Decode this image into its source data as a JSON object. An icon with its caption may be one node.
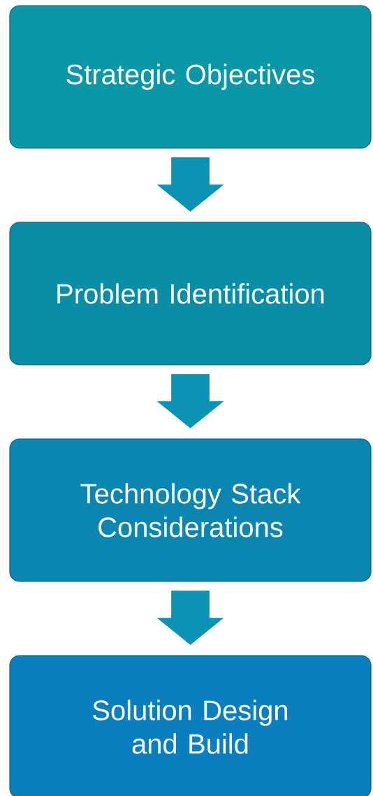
{
  "diagram": {
    "nodes": [
      {
        "text": [
          "Strategic Objectives"
        ]
      },
      {
        "text": [
          "Problem Identification"
        ]
      },
      {
        "text": [
          "Technology Stack Considerations"
        ]
      },
      {
        "text": [
          "Solution Design and Build"
        ]
      }
    ],
    "edges": [
      {
        "from": 0,
        "to": 1,
        "arrow": "to"
      },
      {
        "from": 1,
        "to": 2,
        "arrow": "to"
      },
      {
        "from": 2,
        "to": 3,
        "arrow": "to"
      }
    ]
  }
}
